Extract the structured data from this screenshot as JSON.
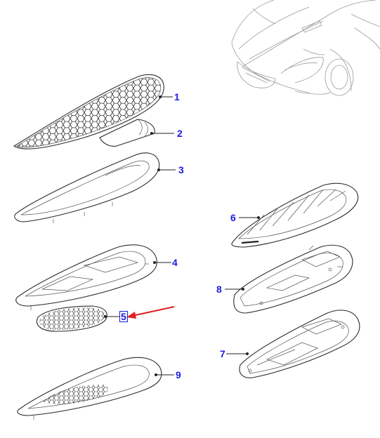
{
  "callouts": {
    "c1": "1",
    "c2": "2",
    "c3": "3",
    "c4": "4",
    "c5": "5",
    "c6": "6",
    "c7": "7",
    "c8": "8",
    "c9": "9"
  },
  "colors": {
    "callout_text": "#1b1be6",
    "highlight_arrow": "#e02020",
    "line_art": "#2b2b2b"
  },
  "icons": {
    "vehicle": "car-front-icon",
    "pointer": "red-arrow-icon"
  }
}
